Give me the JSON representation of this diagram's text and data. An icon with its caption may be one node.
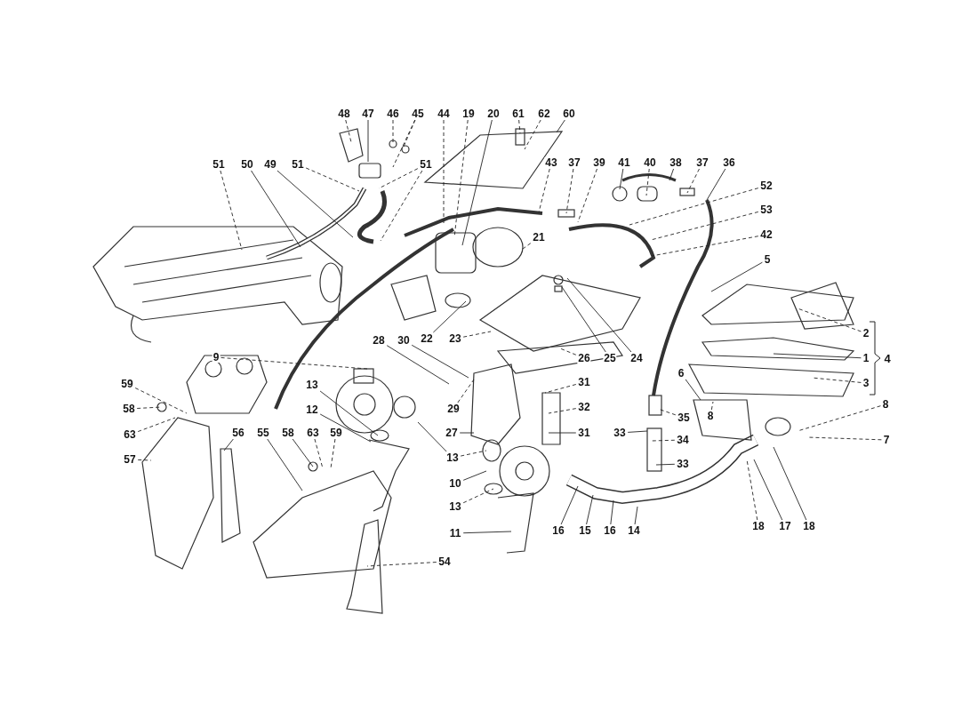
{
  "diagram": {
    "nodes": [
      {
        "text": [
          "48"
        ]
      },
      {
        "text": [
          "47"
        ]
      },
      {
        "text": [
          "46"
        ]
      },
      {
        "text": [
          "45"
        ]
      },
      {
        "text": [
          "44"
        ]
      },
      {
        "text": [
          "19"
        ]
      },
      {
        "text": [
          "20"
        ]
      },
      {
        "text": [
          "61"
        ]
      },
      {
        "text": [
          "62"
        ]
      },
      {
        "text": [
          "60"
        ]
      },
      {
        "text": [
          "51"
        ]
      },
      {
        "text": [
          "50"
        ]
      },
      {
        "text": [
          "49"
        ]
      },
      {
        "text": [
          "51"
        ]
      },
      {
        "text": [
          "51"
        ]
      },
      {
        "text": [
          "43"
        ]
      },
      {
        "text": [
          "37"
        ]
      },
      {
        "text": [
          "39"
        ]
      },
      {
        "text": [
          "41"
        ]
      },
      {
        "text": [
          "40"
        ]
      },
      {
        "text": [
          "38"
        ]
      },
      {
        "text": [
          "37"
        ]
      },
      {
        "text": [
          "36"
        ]
      },
      {
        "text": [
          "52"
        ]
      },
      {
        "text": [
          "53"
        ]
      },
      {
        "text": [
          "21"
        ]
      },
      {
        "text": [
          "42"
        ]
      },
      {
        "text": [
          "5"
        ]
      },
      {
        "text": [
          "22"
        ]
      },
      {
        "text": [
          "23"
        ]
      },
      {
        "text": [
          "2"
        ]
      },
      {
        "text": [
          "28"
        ]
      },
      {
        "text": [
          "30"
        ]
      },
      {
        "text": [
          "26"
        ]
      },
      {
        "text": [
          "25"
        ]
      },
      {
        "text": [
          "24"
        ]
      },
      {
        "text": [
          "1"
        ]
      },
      {
        "text": [
          "9"
        ]
      },
      {
        "text": [
          "3"
        ]
      },
      {
        "text": [
          "31"
        ]
      },
      {
        "text": [
          "13"
        ]
      },
      {
        "text": [
          "6"
        ]
      },
      {
        "text": [
          "59"
        ]
      },
      {
        "text": [
          "8"
        ]
      },
      {
        "text": [
          "8"
        ]
      },
      {
        "text": [
          "32"
        ]
      },
      {
        "text": [
          "29"
        ]
      },
      {
        "text": [
          "12"
        ]
      },
      {
        "text": [
          "58"
        ]
      },
      {
        "text": [
          "35"
        ]
      },
      {
        "text": [
          "63"
        ]
      },
      {
        "text": [
          "56"
        ]
      },
      {
        "text": [
          "55"
        ]
      },
      {
        "text": [
          "58"
        ]
      },
      {
        "text": [
          "63"
        ]
      },
      {
        "text": [
          "59"
        ]
      },
      {
        "text": [
          "27"
        ]
      },
      {
        "text": [
          "31"
        ]
      },
      {
        "text": [
          "33"
        ]
      },
      {
        "text": [
          "34"
        ]
      },
      {
        "text": [
          "13"
        ]
      },
      {
        "text": [
          "33"
        ]
      },
      {
        "text": [
          "57"
        ]
      },
      {
        "text": [
          "10"
        ]
      },
      {
        "text": [
          "13"
        ]
      },
      {
        "text": [
          "16"
        ]
      },
      {
        "text": [
          "15"
        ]
      },
      {
        "text": [
          "16"
        ]
      },
      {
        "text": [
          "14"
        ]
      },
      {
        "text": [
          "18"
        ]
      },
      {
        "text": [
          "17"
        ]
      },
      {
        "text": [
          "18"
        ]
      },
      {
        "text": [
          "11"
        ]
      },
      {
        "text": [
          "54"
        ]
      },
      {
        "text": [
          "7"
        ]
      }
    ],
    "edges": [
      {
        "from": 0,
        "to": null,
        "arrow": "none",
        "style": "dashed"
      },
      {
        "from": 1,
        "to": null,
        "arrow": "none"
      },
      {
        "from": 2,
        "to": null,
        "arrow": "none",
        "style": "dashed"
      },
      {
        "from": 3,
        "to": null,
        "arrow": "none",
        "style": "dashed"
      },
      {
        "from": 3,
        "to": null,
        "arrow": "none",
        "style": "dashed"
      },
      {
        "from": 4,
        "to": null,
        "arrow": "none",
        "style": "dashed"
      },
      {
        "from": 5,
        "to": null,
        "arrow": "none",
        "style": "dashed"
      },
      {
        "from": 6,
        "to": null,
        "arrow": "none"
      },
      {
        "from": 7,
        "to": null,
        "arrow": "none",
        "style": "dashed"
      },
      {
        "from": 8,
        "to": null,
        "arrow": "none",
        "style": "dashed"
      },
      {
        "from": 9,
        "to": null,
        "arrow": "none"
      },
      {
        "from": 10,
        "to": null,
        "arrow": "none",
        "style": "dashed"
      },
      {
        "from": 11,
        "to": null,
        "arrow": "none"
      },
      {
        "from": 12,
        "to": null,
        "arrow": "none"
      },
      {
        "from": 13,
        "to": null,
        "arrow": "none",
        "style": "dashed"
      },
      {
        "from": 14,
        "to": null,
        "arrow": "none",
        "style": "dashed"
      },
      {
        "from": 14,
        "to": null,
        "arrow": "none",
        "style": "dashed"
      },
      {
        "from": 15,
        "to": null,
        "arrow": "none",
        "style": "dashed"
      },
      {
        "from": 16,
        "to": null,
        "arrow": "none",
        "style": "dashed"
      },
      {
        "from": 17,
        "to": null,
        "arrow": "none",
        "style": "dashed"
      },
      {
        "from": 18,
        "to": null,
        "arrow": "none"
      },
      {
        "from": 19,
        "to": null,
        "arrow": "none",
        "style": "dashed"
      },
      {
        "from": 20,
        "to": null,
        "arrow": "none"
      },
      {
        "from": 21,
        "to": null,
        "arrow": "none",
        "style": "dashed"
      },
      {
        "from": 22,
        "to": null,
        "arrow": "none"
      },
      {
        "from": 23,
        "to": null,
        "arrow": "none",
        "style": "dashed"
      },
      {
        "from": 24,
        "to": null,
        "arrow": "none",
        "style": "dashed"
      },
      {
        "from": 25,
        "to": null,
        "arrow": "none",
        "style": "dashed"
      },
      {
        "from": 26,
        "to": null,
        "arrow": "none",
        "style": "dashed"
      },
      {
        "from": 27,
        "to": null,
        "arrow": "none"
      },
      {
        "from": 28,
        "to": null,
        "arrow": "none"
      },
      {
        "from": 29,
        "to": null,
        "arrow": "none",
        "style": "dashed"
      },
      {
        "from": 30,
        "to": null,
        "arrow": "none",
        "style": "dashed"
      },
      {
        "from": 31,
        "to": null,
        "arrow": "none"
      },
      {
        "from": 32,
        "to": null,
        "arrow": "none"
      },
      {
        "from": 33,
        "to": null,
        "arrow": "none",
        "style": "dashed"
      },
      {
        "from": 34,
        "to": null,
        "arrow": "none"
      },
      {
        "from": 35,
        "to": null,
        "arrow": "none"
      },
      {
        "from": 36,
        "to": null,
        "arrow": "none"
      },
      {
        "from": 37,
        "to": null,
        "arrow": "none",
        "style": "dashed"
      },
      {
        "from": 38,
        "to": null,
        "arrow": "none",
        "style": "dashed"
      },
      {
        "from": 39,
        "to": null,
        "arrow": "none",
        "style": "dashed"
      },
      {
        "from": 40,
        "to": null,
        "arrow": "none"
      },
      {
        "from": 41,
        "to": null,
        "arrow": "none"
      },
      {
        "from": 42,
        "to": null,
        "arrow": "none",
        "style": "dashed"
      },
      {
        "from": 43,
        "to": null,
        "arrow": "none",
        "style": "dashed"
      },
      {
        "from": 44,
        "to": null,
        "arrow": "none",
        "style": "dashed"
      },
      {
        "from": 45,
        "to": null,
        "arrow": "none",
        "style": "dashed"
      },
      {
        "from": 46,
        "to": null,
        "arrow": "none",
        "style": "dashed"
      },
      {
        "from": 47,
        "to": null,
        "arrow": "none"
      },
      {
        "from": 48,
        "to": null,
        "arrow": "none",
        "style": "dashed"
      },
      {
        "from": 49,
        "to": null,
        "arrow": "none",
        "style": "dashed"
      },
      {
        "from": 50,
        "to": null,
        "arrow": "none",
        "style": "dashed"
      },
      {
        "from": 51,
        "to": null,
        "arrow": "none"
      },
      {
        "from": 52,
        "to": null,
        "arrow": "none"
      },
      {
        "from": 53,
        "to": null,
        "arrow": "none"
      },
      {
        "from": 54,
        "to": null,
        "arrow": "none",
        "style": "dashed"
      },
      {
        "from": 55,
        "to": null,
        "arrow": "none",
        "style": "dashed"
      },
      {
        "from": 56,
        "to": null,
        "arrow": "none"
      },
      {
        "from": 57,
        "to": null,
        "arrow": "none"
      },
      {
        "from": 58,
        "to": null,
        "arrow": "none"
      },
      {
        "from": 59,
        "to": null,
        "arrow": "none",
        "style": "dashed"
      },
      {
        "from": 60,
        "to": null,
        "arrow": "none"
      },
      {
        "from": 60,
        "to": null,
        "arrow": "none",
        "style": "dashed"
      },
      {
        "from": 61,
        "to": null,
        "arrow": "none"
      },
      {
        "from": 62,
        "to": null,
        "arrow": "none",
        "style": "dashed"
      },
      {
        "from": 63,
        "to": null,
        "arrow": "none"
      },
      {
        "from": 64,
        "to": null,
        "arrow": "none",
        "style": "dashed"
      },
      {
        "from": 65,
        "to": null,
        "arrow": "none"
      },
      {
        "from": 66,
        "to": null,
        "arrow": "none"
      },
      {
        "from": 67,
        "to": null,
        "arrow": "none"
      },
      {
        "from": 68,
        "to": null,
        "arrow": "none"
      },
      {
        "from": 69,
        "to": null,
        "arrow": "none",
        "style": "dashed"
      },
      {
        "from": 70,
        "to": null,
        "arrow": "none"
      },
      {
        "from": 71,
        "to": null,
        "arrow": "none"
      },
      {
        "from": 72,
        "to": null,
        "arrow": "none"
      },
      {
        "from": 73,
        "to": null,
        "arrow": "none",
        "style": "dashed"
      },
      {
        "from": 74,
        "to": null,
        "arrow": "none",
        "style": "dashed"
      }
    ],
    "labels": [
      "4"
    ]
  }
}
